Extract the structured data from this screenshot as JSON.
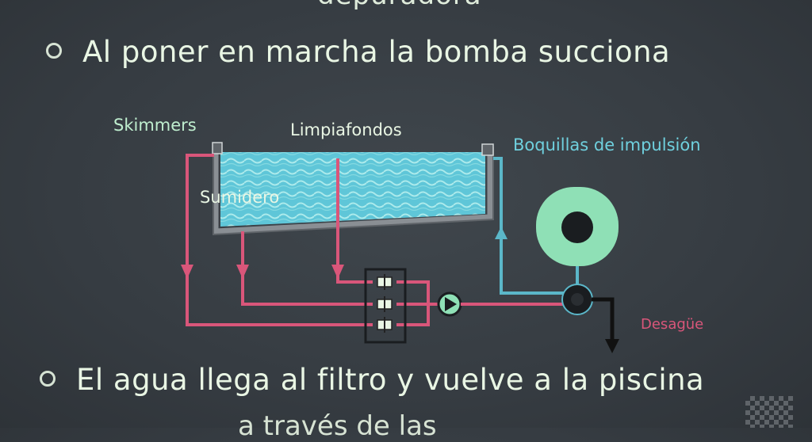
{
  "title_partial": "depuradora",
  "bullets": [
    "Al poner en marcha la bomba succiona",
    "El agua llega al filtro y vuelve a la piscina"
  ],
  "partial_bottom_line": "a través de las",
  "labels": {
    "skimmers": "Skimmers",
    "limpiafondos": "Limpiafondos",
    "sumidero": "Sumidero",
    "boquillas": "Boquillas de impulsión",
    "desague": "Desagüe"
  },
  "colors": {
    "suction_pipe": "#d9567a",
    "return_pipe": "#5bb7c9",
    "drain_pipe": "#111111",
    "water": "#7dd6e6",
    "filter": "#8fe0b6",
    "chalk": "#e9f6e4"
  }
}
